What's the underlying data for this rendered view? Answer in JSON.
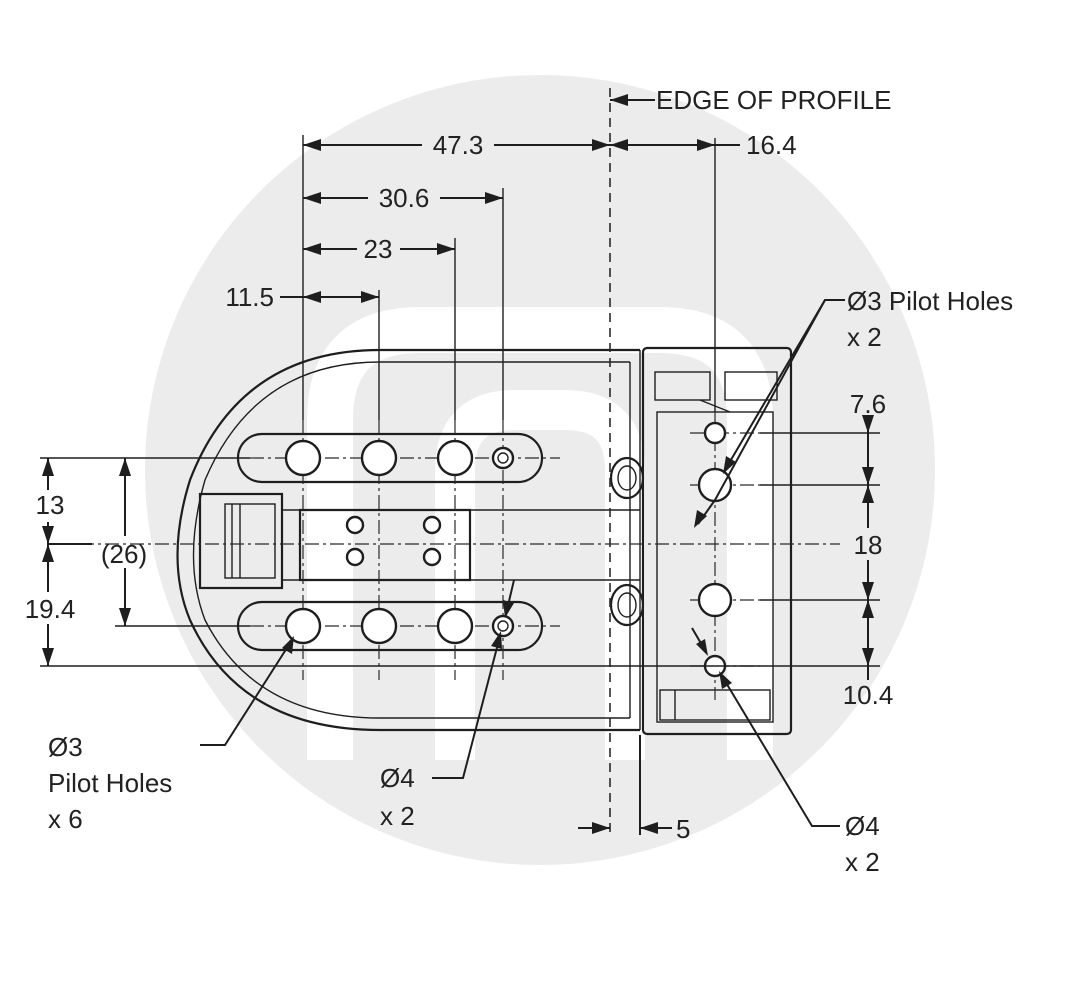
{
  "drawing": {
    "edge_label": "EDGE OF PROFILE",
    "dims": {
      "d47_3": "47.3",
      "d16_4": "16.4",
      "d30_6": "30.6",
      "d23": "23",
      "d11_5": "11.5",
      "d13": "13",
      "d26": "(26)",
      "d19_4": "19.4",
      "d7_6": "7.6",
      "d18": "18",
      "d10_4": "10.4",
      "d5": "5"
    },
    "callouts": {
      "pilot_right_line1": "Ø3 Pilot Holes",
      "pilot_right_line2": "x 2",
      "pilot_left_line1": "Ø3",
      "pilot_left_line2": "Pilot Holes",
      "pilot_left_line3": "x 6",
      "hole4_left_line1": "Ø4",
      "hole4_left_line2": "x 2",
      "hole4_right_line1": "Ø4",
      "hole4_right_line2": "x 2"
    },
    "colors": {
      "line": "#1e1e1e",
      "watermark": "#ececec",
      "background": "#ffffff"
    }
  }
}
